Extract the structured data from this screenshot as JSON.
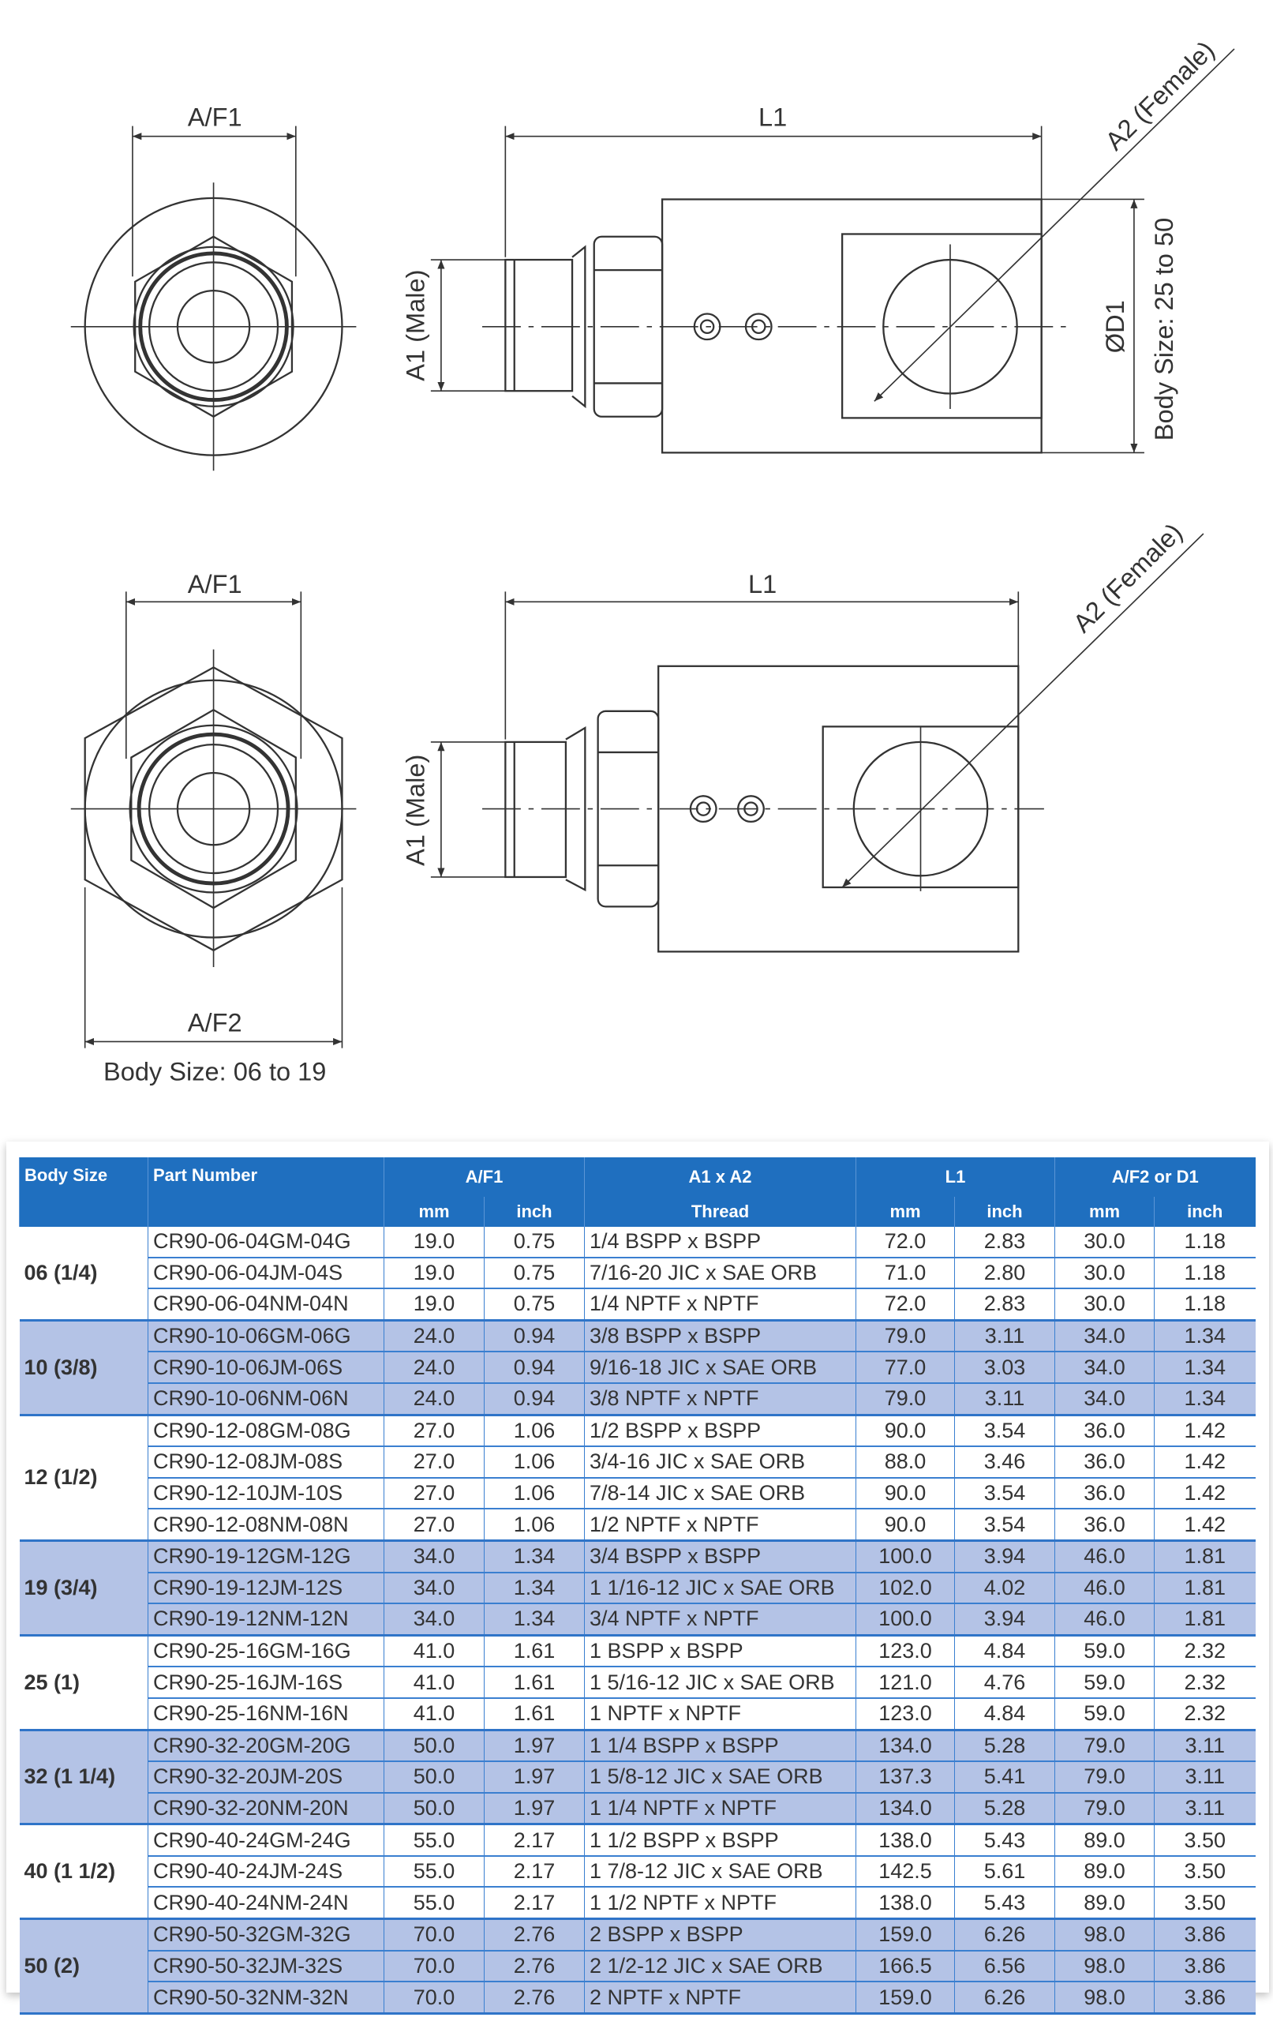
{
  "drawing": {
    "top": {
      "af1": "A/F1",
      "l1": "L1",
      "a2": "A2 (Female)",
      "a1": "A1 (Male)",
      "d1": "ØD1",
      "body_size": "Body Size: 25 to 50"
    },
    "bottom": {
      "af1": "A/F1",
      "l1": "L1",
      "a2": "A2 (Female)",
      "a1": "A1 (Male)",
      "af2": "A/F2",
      "body_size": "Body Size: 06 to 19"
    }
  },
  "table": {
    "headers": {
      "body_size": "Body Size",
      "part_number": "Part Number",
      "af1": "A/F1",
      "a1a2": "A1 x A2",
      "l1": "L1",
      "af2d1": "A/F2 or D1",
      "mm": "mm",
      "inch": "inch",
      "thread": "Thread"
    },
    "groups": [
      {
        "body": "06 (1/4)",
        "shade": false,
        "rows": [
          [
            "CR90-06-04GM-04G",
            "19.0",
            "0.75",
            "1/4 BSPP x BSPP",
            "72.0",
            "2.83",
            "30.0",
            "1.18"
          ],
          [
            "CR90-06-04JM-04S",
            "19.0",
            "0.75",
            "7/16-20 JIC x SAE ORB",
            "71.0",
            "2.80",
            "30.0",
            "1.18"
          ],
          [
            "CR90-06-04NM-04N",
            "19.0",
            "0.75",
            "1/4 NPTF x NPTF",
            "72.0",
            "2.83",
            "30.0",
            "1.18"
          ]
        ]
      },
      {
        "body": "10 (3/8)",
        "shade": true,
        "rows": [
          [
            "CR90-10-06GM-06G",
            "24.0",
            "0.94",
            "3/8 BSPP x BSPP",
            "79.0",
            "3.11",
            "34.0",
            "1.34"
          ],
          [
            "CR90-10-06JM-06S",
            "24.0",
            "0.94",
            "9/16-18 JIC x SAE ORB",
            "77.0",
            "3.03",
            "34.0",
            "1.34"
          ],
          [
            "CR90-10-06NM-06N",
            "24.0",
            "0.94",
            "3/8 NPTF x NPTF",
            "79.0",
            "3.11",
            "34.0",
            "1.34"
          ]
        ]
      },
      {
        "body": "12 (1/2)",
        "shade": false,
        "rows": [
          [
            "CR90-12-08GM-08G",
            "27.0",
            "1.06",
            "1/2 BSPP x BSPP",
            "90.0",
            "3.54",
            "36.0",
            "1.42"
          ],
          [
            "CR90-12-08JM-08S",
            "27.0",
            "1.06",
            "3/4-16 JIC x SAE ORB",
            "88.0",
            "3.46",
            "36.0",
            "1.42"
          ],
          [
            "CR90-12-10JM-10S",
            "27.0",
            "1.06",
            "7/8-14 JIC x SAE ORB",
            "90.0",
            "3.54",
            "36.0",
            "1.42"
          ],
          [
            "CR90-12-08NM-08N",
            "27.0",
            "1.06",
            "1/2 NPTF x NPTF",
            "90.0",
            "3.54",
            "36.0",
            "1.42"
          ]
        ]
      },
      {
        "body": "19 (3/4)",
        "shade": true,
        "rows": [
          [
            "CR90-19-12GM-12G",
            "34.0",
            "1.34",
            "3/4 BSPP x BSPP",
            "100.0",
            "3.94",
            "46.0",
            "1.81"
          ],
          [
            "CR90-19-12JM-12S",
            "34.0",
            "1.34",
            "1 1/16-12 JIC x SAE ORB",
            "102.0",
            "4.02",
            "46.0",
            "1.81"
          ],
          [
            "CR90-19-12NM-12N",
            "34.0",
            "1.34",
            "3/4 NPTF x NPTF",
            "100.0",
            "3.94",
            "46.0",
            "1.81"
          ]
        ]
      },
      {
        "body": "25 (1)",
        "shade": false,
        "rows": [
          [
            "CR90-25-16GM-16G",
            "41.0",
            "1.61",
            "1 BSPP x BSPP",
            "123.0",
            "4.84",
            "59.0",
            "2.32"
          ],
          [
            "CR90-25-16JM-16S",
            "41.0",
            "1.61",
            "1 5/16-12 JIC x SAE ORB",
            "121.0",
            "4.76",
            "59.0",
            "2.32"
          ],
          [
            "CR90-25-16NM-16N",
            "41.0",
            "1.61",
            "1 NPTF x NPTF",
            "123.0",
            "4.84",
            "59.0",
            "2.32"
          ]
        ]
      },
      {
        "body": "32 (1 1/4)",
        "shade": true,
        "rows": [
          [
            "CR90-32-20GM-20G",
            "50.0",
            "1.97",
            "1 1/4 BSPP x BSPP",
            "134.0",
            "5.28",
            "79.0",
            "3.11"
          ],
          [
            "CR90-32-20JM-20S",
            "50.0",
            "1.97",
            "1 5/8-12 JIC x SAE ORB",
            "137.3",
            "5.41",
            "79.0",
            "3.11"
          ],
          [
            "CR90-32-20NM-20N",
            "50.0",
            "1.97",
            "1 1/4 NPTF x NPTF",
            "134.0",
            "5.28",
            "79.0",
            "3.11"
          ]
        ]
      },
      {
        "body": "40 (1 1/2)",
        "shade": false,
        "rows": [
          [
            "CR90-40-24GM-24G",
            "55.0",
            "2.17",
            "1 1/2 BSPP x BSPP",
            "138.0",
            "5.43",
            "89.0",
            "3.50"
          ],
          [
            "CR90-40-24JM-24S",
            "55.0",
            "2.17",
            "1 7/8-12 JIC x SAE ORB",
            "142.5",
            "5.61",
            "89.0",
            "3.50"
          ],
          [
            "CR90-40-24NM-24N",
            "55.0",
            "2.17",
            "1 1/2 NPTF x NPTF",
            "138.0",
            "5.43",
            "89.0",
            "3.50"
          ]
        ]
      },
      {
        "body": "50 (2)",
        "shade": true,
        "rows": [
          [
            "CR90-50-32GM-32G",
            "70.0",
            "2.76",
            "2 BSPP x BSPP",
            "159.0",
            "6.26",
            "98.0",
            "3.86"
          ],
          [
            "CR90-50-32JM-32S",
            "70.0",
            "2.76",
            "2 1/2-12 JIC x SAE ORB",
            "166.5",
            "6.56",
            "98.0",
            "3.86"
          ],
          [
            "CR90-50-32NM-32N",
            "70.0",
            "2.76",
            "2 NPTF x NPTF",
            "159.0",
            "6.26",
            "98.0",
            "3.86"
          ]
        ]
      }
    ]
  }
}
